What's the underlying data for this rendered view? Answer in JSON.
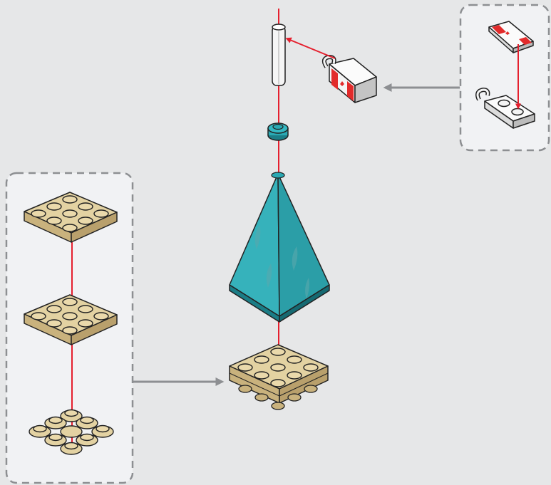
{
  "colors": {
    "background": "#e6e7e8",
    "panel_fill": "#f1f2f4",
    "panel_border": "#8d8f92",
    "assembly_arrow": "#e5202e",
    "panel_arrow": "#8d8f92",
    "tan": "#e3d2a2",
    "tan_dark": "#b9a06c",
    "teal": "#2aa9b3",
    "teal_dark": "#1b7d86",
    "white_part": "#f7f7f7",
    "flag_red": "#e22b2b"
  },
  "instruction": {
    "main_parts": [
      "antenna",
      "flag-tile",
      "round-plate-teal",
      "cone-slope-teal",
      "base-assembly"
    ],
    "subassembly_flag": [
      "tile-1x2-canada-flag",
      "plate-1x2-with-clip"
    ],
    "subassembly_base": [
      "plate-2x2-tan-top",
      "plate-2x2-tan-middle",
      "round-plates-1x1-tan"
    ]
  },
  "icons": {
    "step_arrow": "arrow-right-icon",
    "insertion_arrow": "red-arrow-icon"
  }
}
